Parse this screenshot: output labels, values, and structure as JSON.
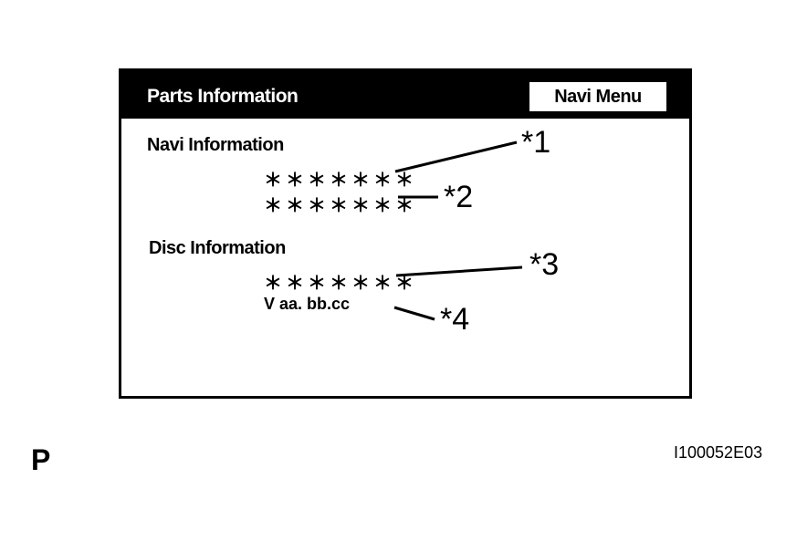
{
  "screen": {
    "title": "Parts Information",
    "menu_button_label": "Navi Menu",
    "navi_section": {
      "heading": "Navi Information",
      "value_1": "＊＊＊＊＊＊＊",
      "value_2": "＊＊＊＊＊＊＊"
    },
    "disc_section": {
      "heading": "Disc Information",
      "value_1": "＊＊＊＊＊＊＊",
      "value_2": "V aa. bb.cc"
    }
  },
  "callouts": {
    "c1": "*1",
    "c2": "*2",
    "c3": "*3",
    "c4": "*4"
  },
  "corner_letter": "P",
  "figure_id": "I100052E03",
  "colors": {
    "foreground": "#000000",
    "background": "#ffffff"
  }
}
